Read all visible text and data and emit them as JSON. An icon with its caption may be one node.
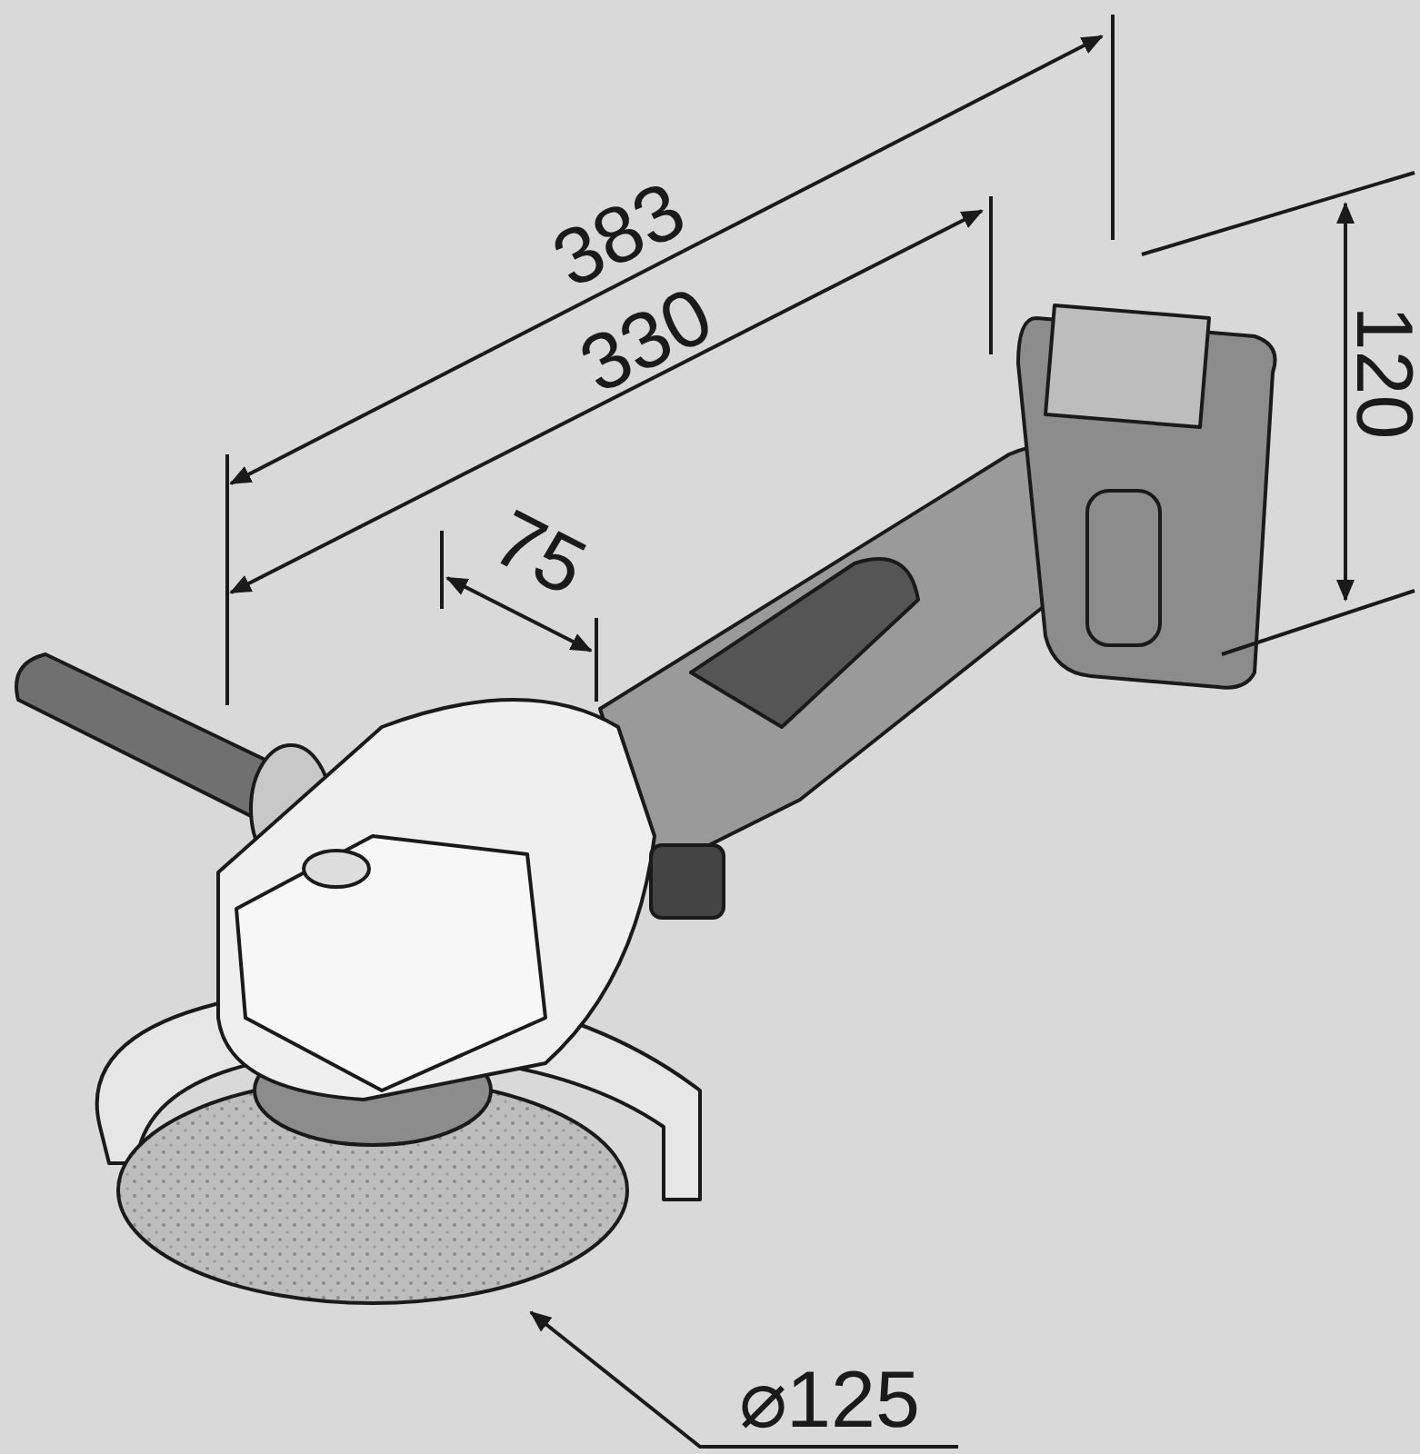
{
  "diagram": {
    "labels": [
      "383",
      "330",
      "75",
      "120",
      "⌀125"
    ]
  }
}
